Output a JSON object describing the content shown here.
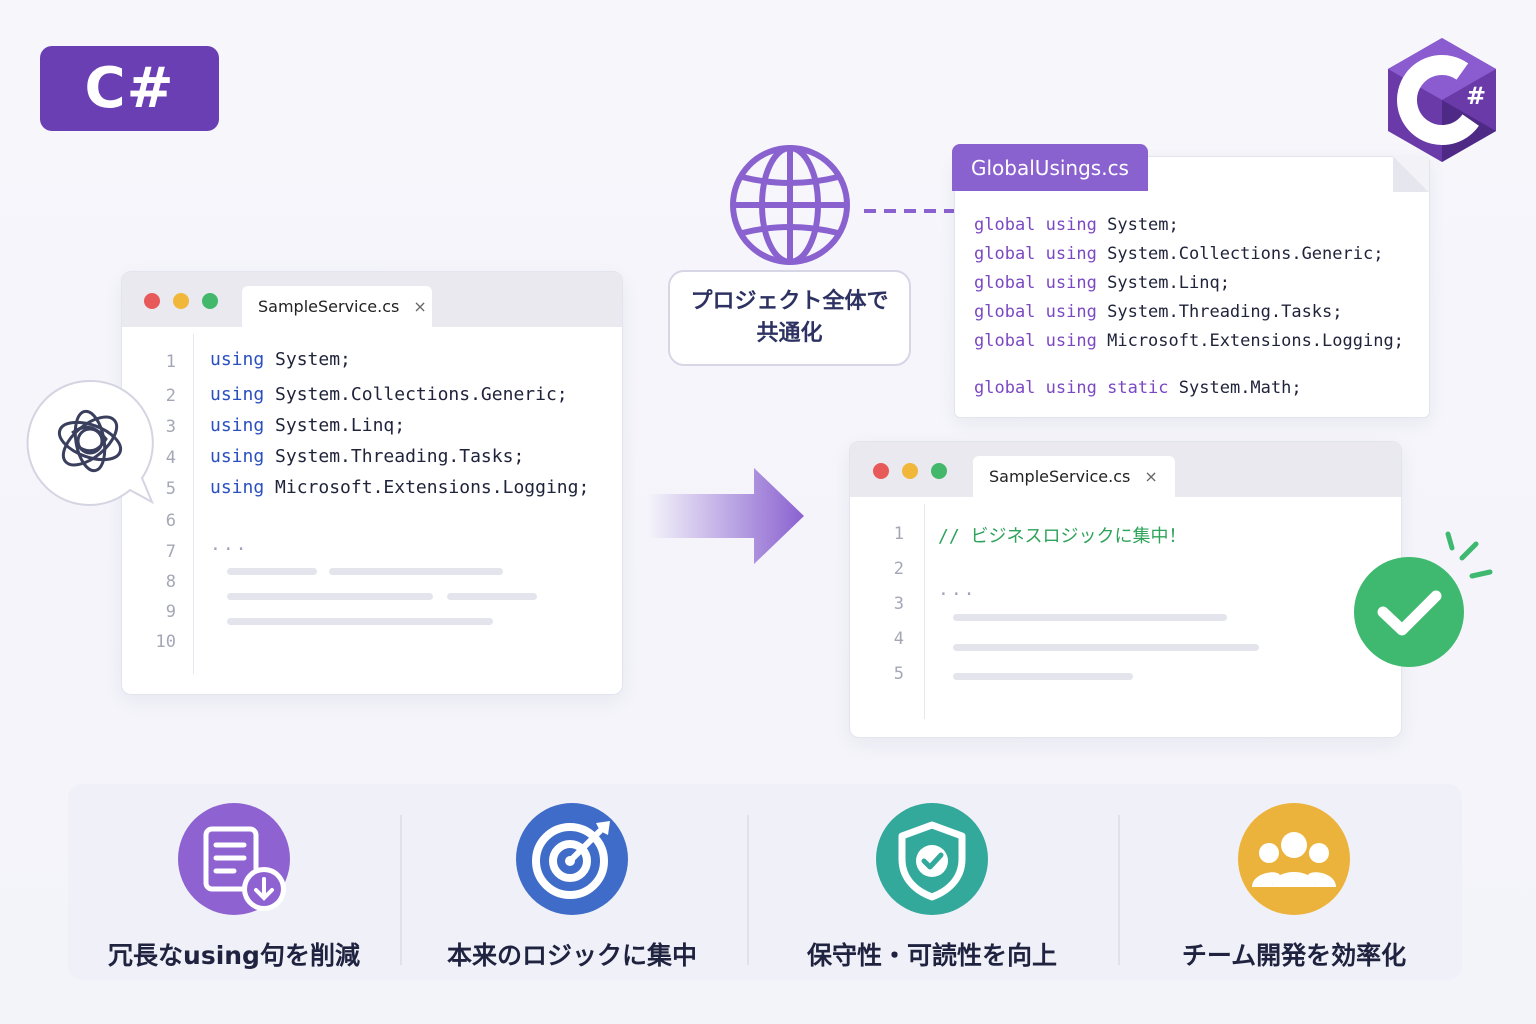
{
  "badge": {
    "label": "C#"
  },
  "logo": {
    "mark": "C",
    "symbol": "#"
  },
  "left_editor": {
    "tab": "SampleService.cs",
    "close": "×",
    "line_numbers": [
      "1",
      "2",
      "3",
      "4",
      "5",
      "6",
      "7",
      "8",
      "9",
      "10"
    ],
    "keyword": "using",
    "namespaces": [
      "System;",
      "System.Collections.Generic;",
      "System.Linq;",
      "System.Threading.Tasks;",
      "Microsoft.Extensions.Logging;"
    ],
    "ellipsis": "..."
  },
  "shared_box": {
    "line1": "プロジェクト全体で",
    "line2": "共通化"
  },
  "global_usings": {
    "tab": "GlobalUsings.cs",
    "kw_global": "global",
    "kw_using": "using",
    "kw_static": "static",
    "namespaces": [
      "System;",
      "System.Collections.Generic;",
      "System.Linq;",
      "System.Threading.Tasks;",
      "Microsoft.Extensions.Logging;"
    ],
    "static_ns": "System.Math;"
  },
  "right_editor": {
    "tab": "SampleService.cs",
    "close": "×",
    "line_numbers": [
      "1",
      "2",
      "3",
      "4",
      "5"
    ],
    "comment": "// ビジネスロジックに集中！",
    "ellipsis": "..."
  },
  "features": [
    {
      "label": "冗長なusing句を削減",
      "icon": "document-download-icon",
      "color": "#8e63d1"
    },
    {
      "label": "本来のロジックに集中",
      "icon": "target-icon",
      "color": "#3f6cc8"
    },
    {
      "label": "保守性・可読性を向上",
      "icon": "shield-check-icon",
      "color": "#32a99b"
    },
    {
      "label": "チーム開発を効率化",
      "icon": "team-icon",
      "color": "#ecb33c"
    }
  ],
  "colors": {
    "accent": "#6a3fb3",
    "keyword": "#2a4fbf",
    "comment": "#2ea35a",
    "success": "#3fb96f"
  }
}
